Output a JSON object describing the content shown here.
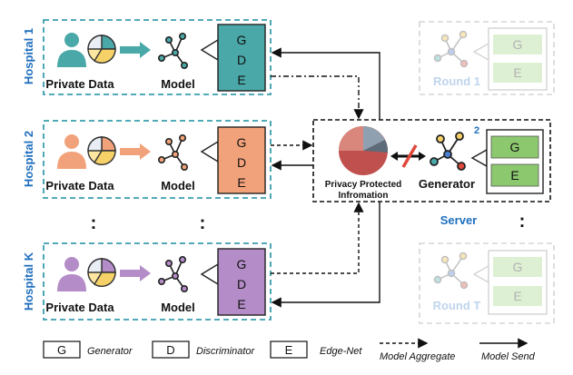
{
  "hospitals": [
    {
      "label": "Hospital 1",
      "private_data": "Private Data",
      "model": "Model",
      "letters": [
        "G",
        "D",
        "E"
      ],
      "color": "#4aa8a8",
      "light": "#d9eeee"
    },
    {
      "label": "Hospital 2",
      "private_data": "Private Data",
      "model": "Model",
      "letters": [
        "G",
        "D",
        "E"
      ],
      "color": "#f2a27a",
      "light": "#fbe2d4"
    },
    {
      "label": "Hospital K",
      "private_data": "Private Data",
      "model": "Model",
      "letters": [
        "G",
        "D",
        "E"
      ],
      "color": "#b48cc8",
      "light": "#e9dcf0"
    }
  ],
  "ellipsis": ":",
  "server": {
    "label": "Server",
    "privacy_line1": "Privacy Protected",
    "privacy_line2": "Infromation",
    "generator": "Generator",
    "badge": "2",
    "letters": [
      "G",
      "E"
    ],
    "green": "#8cc96e"
  },
  "rounds": [
    {
      "label": "Round 1",
      "letters": [
        "G",
        "E"
      ]
    },
    {
      "label": "Round T",
      "letters": [
        "G",
        "E"
      ]
    }
  ],
  "legend": {
    "g_key": "G",
    "g_text": "Generator",
    "d_key": "D",
    "d_text": "Discriminator",
    "e_key": "E",
    "e_text": "Edge-Net",
    "aggregate": "Model Aggregate",
    "send": "Model Send"
  },
  "colors": {
    "teal_border": "#3a9fae",
    "hospital_label": "#1f6fbf",
    "round_text": "#a9c6e8",
    "round_border": "#c8c8c8",
    "pie": [
      "#c0504d",
      "#d9867c",
      "#5e6b78",
      "#8fa0b0"
    ],
    "red_slash": "#e0483a"
  }
}
